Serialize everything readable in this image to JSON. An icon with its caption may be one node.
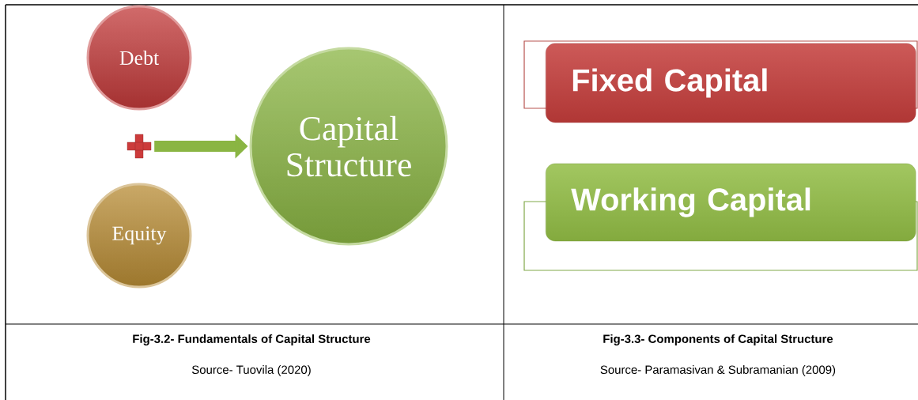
{
  "diagram": {
    "nodes": [
      {
        "text": [
          "Debt"
        ]
      },
      {
        "text": [],
        "shape": "plus"
      },
      {
        "text": [
          "Equity"
        ]
      },
      {
        "text": [
          "Capital Structure"
        ]
      },
      {
        "text": [
          "Fixed Capital"
        ]
      },
      {
        "text": [
          "Working Capital"
        ]
      }
    ],
    "edges": [
      {
        "from": 1,
        "to": 3,
        "arrow": "to"
      }
    ],
    "labels": [
      "**Fig-3.2- Fundamentals of Capital Structure**",
      "Source- Tuovila (2020)",
      "**Fig-3.3- Components of Capital Structure**",
      "Source- Paramasivan & Subramanian (2009)"
    ]
  }
}
